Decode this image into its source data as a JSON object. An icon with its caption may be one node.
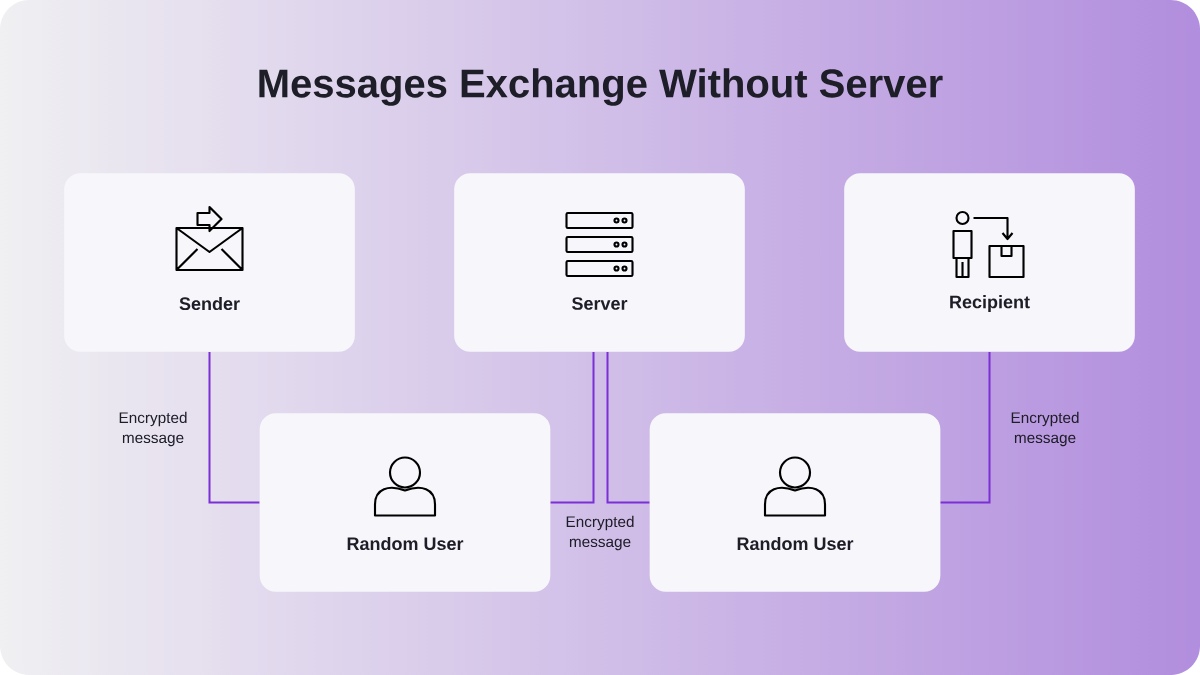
{
  "diagram": {
    "title": "Messages Exchange Without Server",
    "nodes": [
      {
        "text": [
          "Sender"
        ]
      },
      {
        "text": [
          "Server"
        ]
      },
      {
        "text": [
          "Recipient"
        ]
      },
      {
        "text": [
          "Random User"
        ]
      },
      {
        "text": [
          "Random User"
        ]
      }
    ],
    "edges": [
      {
        "from": 0,
        "to": 3,
        "arrow": "none",
        "label": "Encrypted message"
      },
      {
        "from": 1,
        "to": 3,
        "arrow": "none",
        "label": "Encrypted message"
      },
      {
        "from": 1,
        "to": 4,
        "arrow": "none"
      },
      {
        "from": 2,
        "to": 4,
        "arrow": "none",
        "label": "Encrypted message"
      }
    ]
  }
}
